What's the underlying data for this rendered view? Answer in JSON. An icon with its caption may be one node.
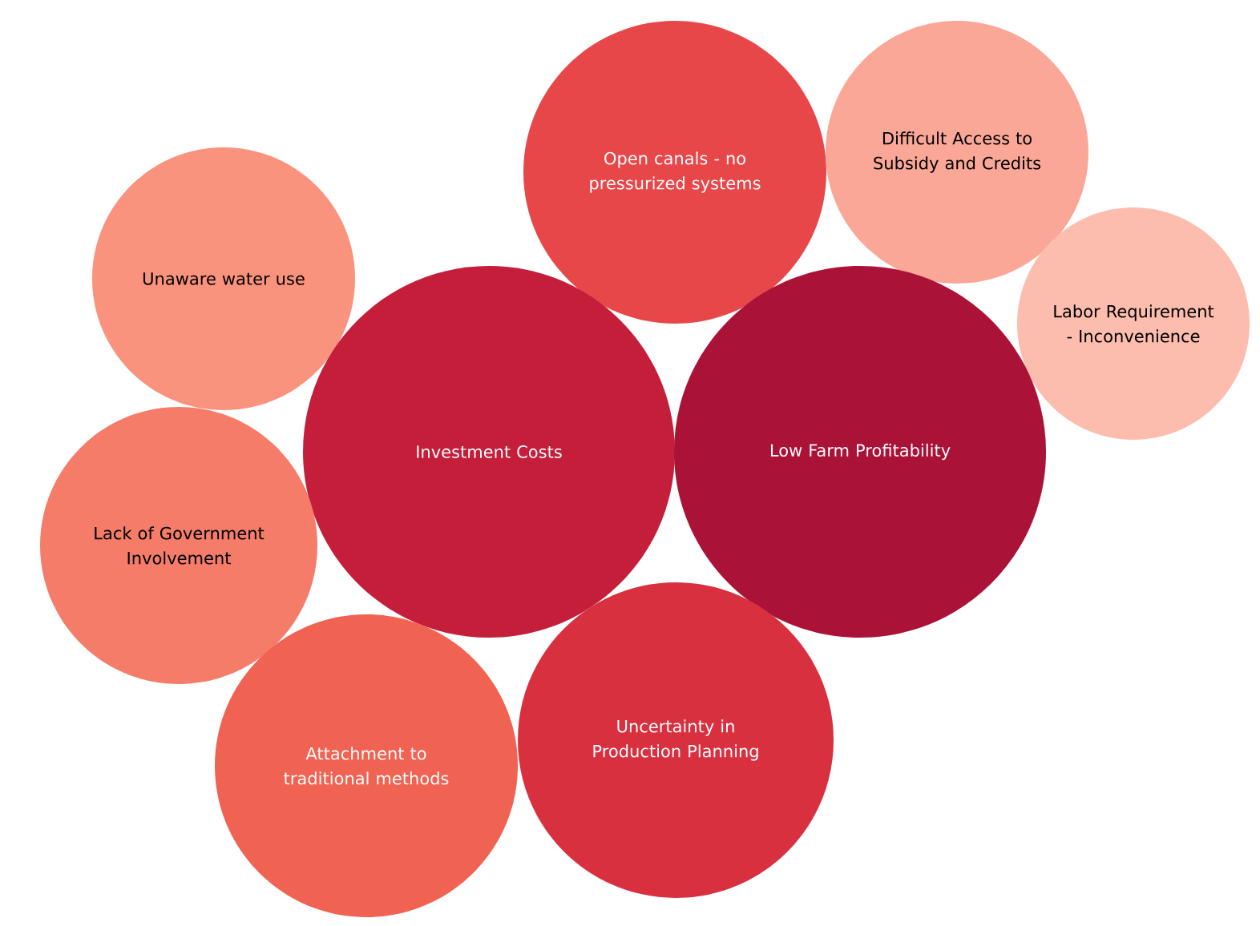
{
  "diagram": {
    "nodes": [
      {
        "text": [
          "Open canals - no pressurized systems"
        ]
      },
      {
        "text": [
          "Difficult Access to Subsidy and Credits"
        ]
      },
      {
        "text": [
          "Unaware water use"
        ]
      },
      {
        "text": [
          "Labor Requirement - Inconvenience"
        ]
      },
      {
        "text": [
          "Investment Costs"
        ]
      },
      {
        "text": [
          "Low Farm Profitability"
        ]
      },
      {
        "text": [
          "Lack of Government Involvement"
        ]
      },
      {
        "text": [
          "Uncertainty in Production Planning"
        ]
      },
      {
        "text": [
          "Attachment to traditional methods"
        ]
      }
    ]
  }
}
